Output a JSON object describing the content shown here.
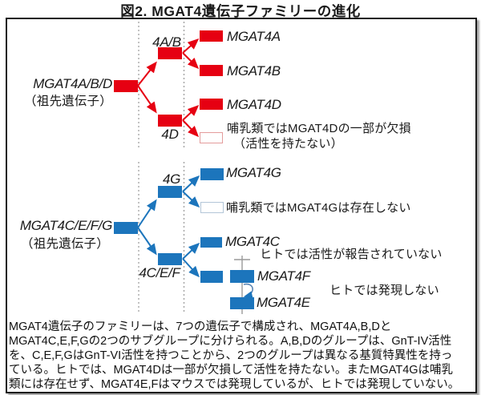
{
  "title": "図2. MGAT4遺伝子ファミリーの進化",
  "colors": {
    "red": "#e60012",
    "blue": "#1c75bc"
  },
  "tree_red": {
    "ancestor_name": "MGAT4A/B/D",
    "ancestor_note": "（祖先遺伝子）",
    "branch_ab": "4A/B",
    "branch_d": "4D",
    "gene_a": "MGAT4A",
    "gene_b": "MGAT4B",
    "gene_d": "MGAT4D",
    "lost_note_line1": "哺乳類ではMGAT4Dの一部が欠損",
    "lost_note_line2": "（活性を持たない）"
  },
  "tree_blue": {
    "ancestor_name": "MGAT4C/E/F/G",
    "ancestor_note": "（祖先遺伝子）",
    "branch_g": "4G",
    "branch_cef": "4C/E/F",
    "gene_g": "MGAT4G",
    "absent_note": "哺乳類ではMGAT4Gは存在しない",
    "gene_c": "MGAT4C",
    "gene_c_note": "ヒトでは活性が報告されていない",
    "gene_f": "MGAT4F",
    "gene_e": "MGAT4E",
    "ef_note": "ヒトでは発現しない"
  },
  "caption": {
    "lines": [
      "MGAT4遺伝子のファミリーは、7つの遺伝子で構成され、MGAT4A,B,Dと",
      "MGAT4C,E,F,Gの2つのサブグループに分けられる。A,B,Dのグループは、GnT-IV活性",
      "を、C,E,F,GはGnT-VI活性を持つことから、2つのグループは異なる基質特異性を持っ",
      "ている。ヒトでは、MGAT4Dは一部が欠損して活性を持たない。またMGAT4Gは哺乳",
      "類には存在せず、MGAT4E,Fはマウスでは発現しているが、ヒトでは発現していない。"
    ]
  }
}
